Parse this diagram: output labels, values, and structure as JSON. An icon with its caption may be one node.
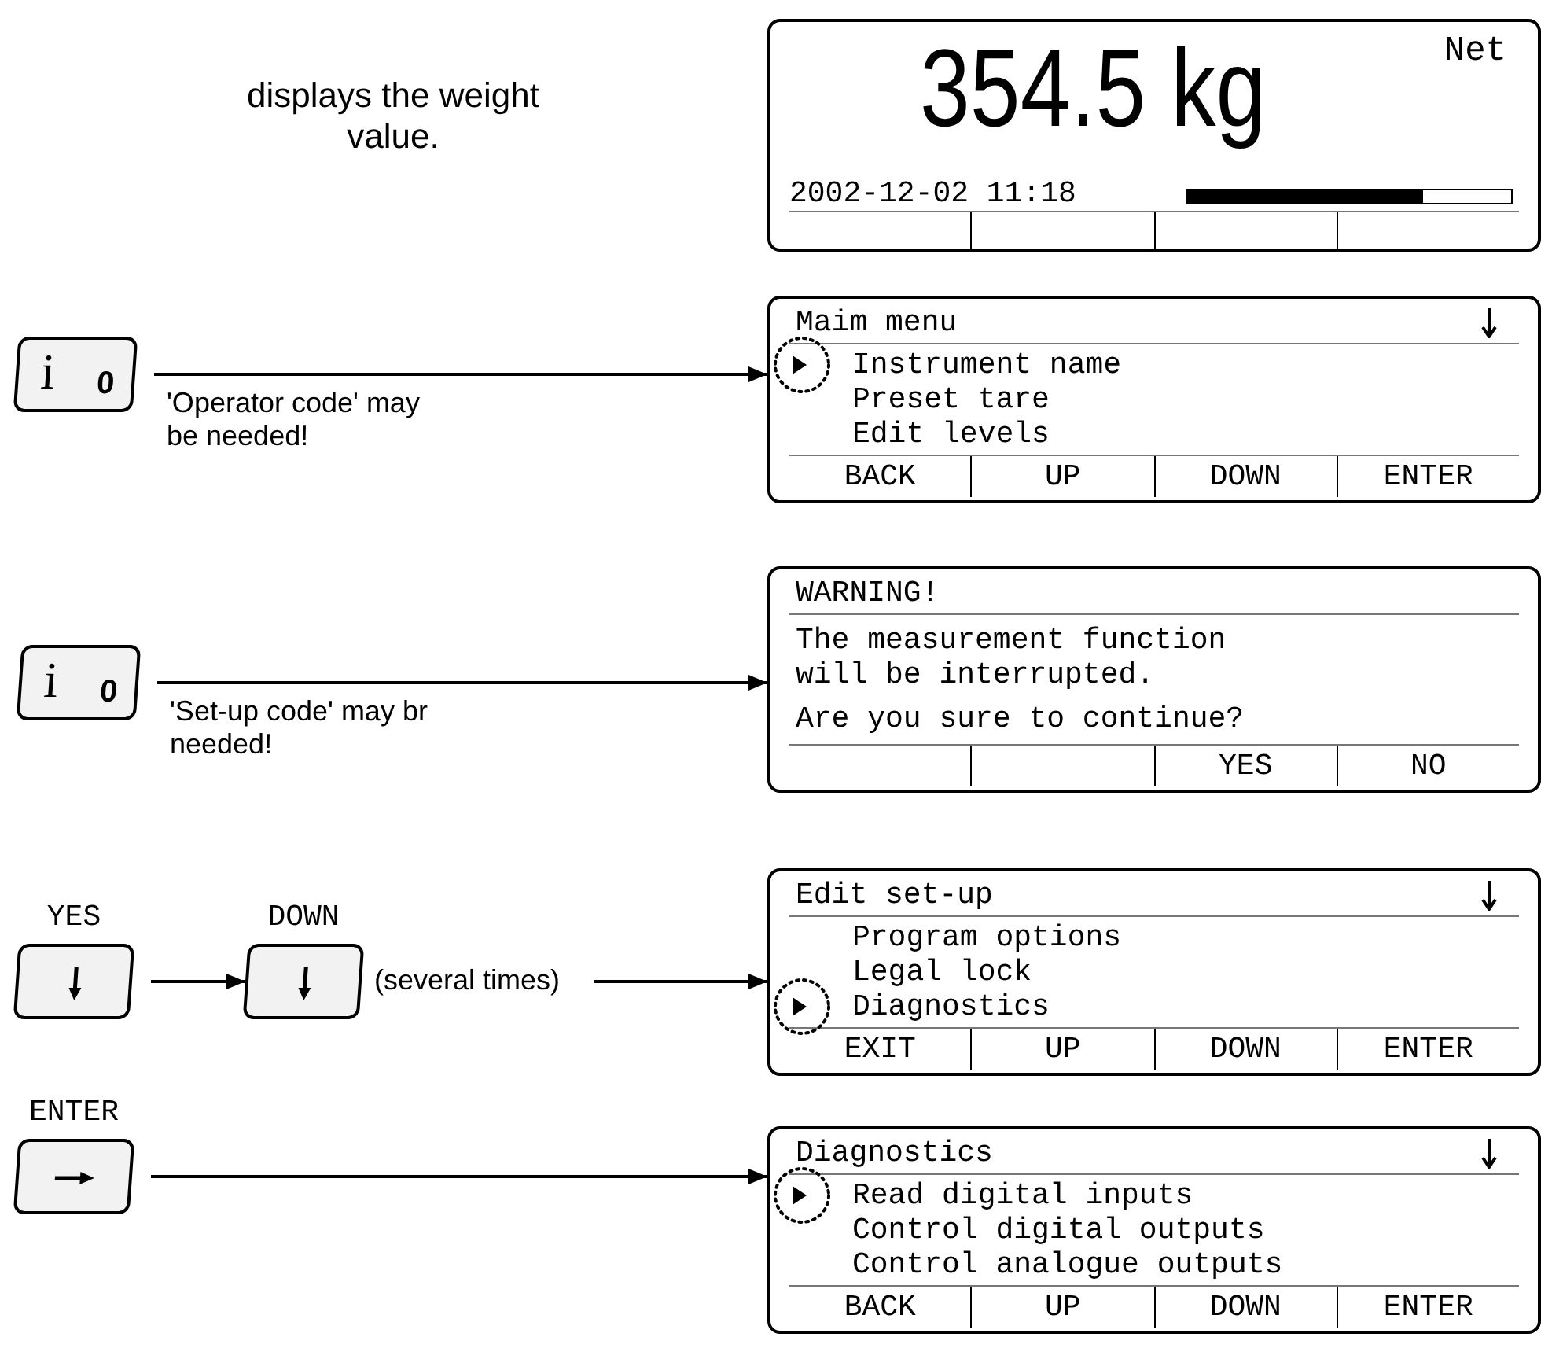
{
  "diagram": {
    "nodes": [
      {
        "text": [
          "354.5 kg",
          "Net",
          "2002-12-02 11:18"
        ]
      },
      {
        "text": [
          "i",
          "0"
        ]
      },
      {
        "text": [
          "Maim menu",
          "Instrument name",
          "Preset tare",
          "Edit levels",
          "BACK",
          "UP",
          "DOWN",
          "ENTER"
        ]
      },
      {
        "text": [
          "i",
          "0"
        ]
      },
      {
        "text": [
          "WARNING!",
          "The measurement function will be interrupted.",
          "Are you sure to continue?",
          "YES",
          "NO"
        ]
      },
      {
        "text": [
          "YES"
        ]
      },
      {
        "text": [
          "DOWN"
        ],
        "beside": [
          "(several times)"
        ]
      },
      {
        "text": [
          "Edit set-up",
          "Program options",
          "Legal lock",
          "Diagnostics",
          "EXIT",
          "UP",
          "DOWN",
          "ENTER"
        ]
      },
      {
        "text": [
          "ENTER"
        ]
      },
      {
        "text": [
          "Diagnostics",
          "Read digital inputs",
          "Control digital outputs",
          "Control analogue outputs",
          "BACK",
          "UP",
          "DOWN",
          "ENTER"
        ]
      }
    ],
    "edges": [
      {
        "from": 1,
        "to": 2,
        "arrow": "to",
        "label": "'Operator code' may be needed!"
      },
      {
        "from": 3,
        "to": 4,
        "arrow": "to",
        "label": "'Set-up code' may br needed!"
      },
      {
        "from": 5,
        "to": 6,
        "arrow": "to"
      },
      {
        "from": 6,
        "to": 7,
        "arrow": "to"
      },
      {
        "from": 8,
        "to": 9,
        "arrow": "to"
      }
    ],
    "labels": [
      "displays the weight value."
    ]
  }
}
